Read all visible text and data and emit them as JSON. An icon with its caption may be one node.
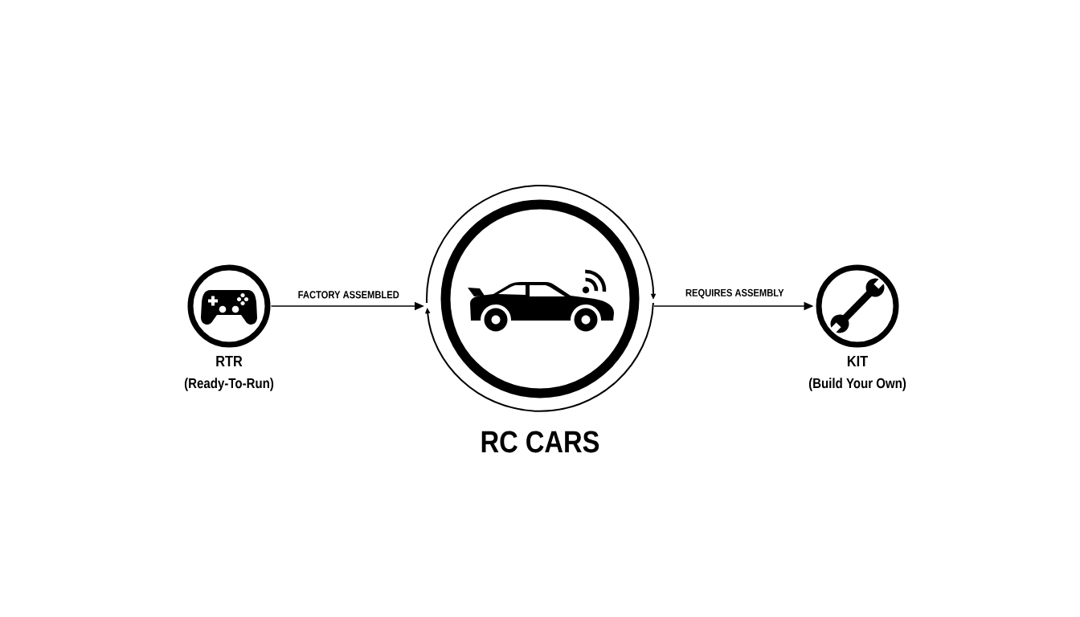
{
  "diagram": {
    "nodes": [
      {
        "text": [
          "RTR",
          "(Ready-To-Run)"
        ]
      },
      {
        "text": [
          "RC CARS"
        ]
      },
      {
        "text": [
          "KIT",
          "(Build Your Own)"
        ]
      }
    ],
    "edges": [
      {
        "from": 0,
        "to": 1,
        "arrow": "to",
        "label": "FACTORY ASSEMBLED"
      },
      {
        "from": 1,
        "to": 2,
        "arrow": "to",
        "label": "REQUIRES ASSEMBLY"
      },
      {
        "from": 1,
        "to": 1,
        "arrow": "to"
      },
      {
        "from": 1,
        "to": 1,
        "arrow": "to"
      }
    ]
  }
}
